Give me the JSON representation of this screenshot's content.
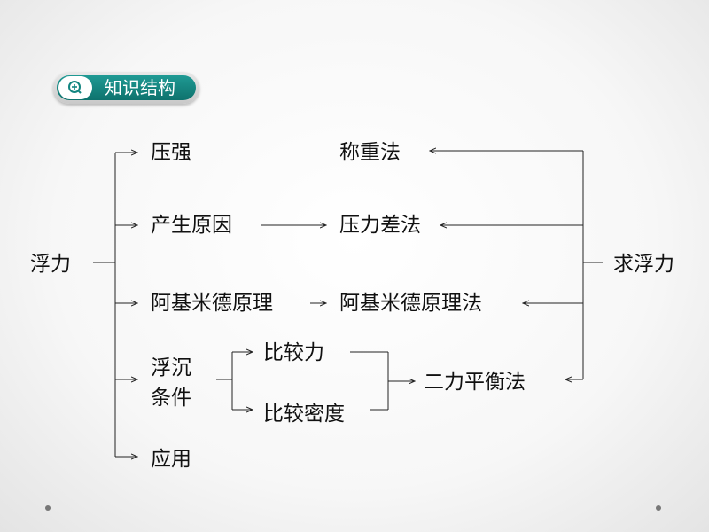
{
  "header": {
    "badge_label": "知识结构",
    "icon": "zoom-in-icon",
    "accent": "#138580"
  },
  "left": {
    "root": "浮力",
    "items": [
      "压强",
      "产生原因",
      "阿基米德原理",
      "浮沉",
      "条件",
      "应用"
    ],
    "sink_float": [
      "比较力",
      "比较密度"
    ]
  },
  "right": {
    "root": "求浮力",
    "methods": [
      "称重法",
      "压力差法",
      "阿基米德原理法",
      "二力平衡法"
    ]
  }
}
